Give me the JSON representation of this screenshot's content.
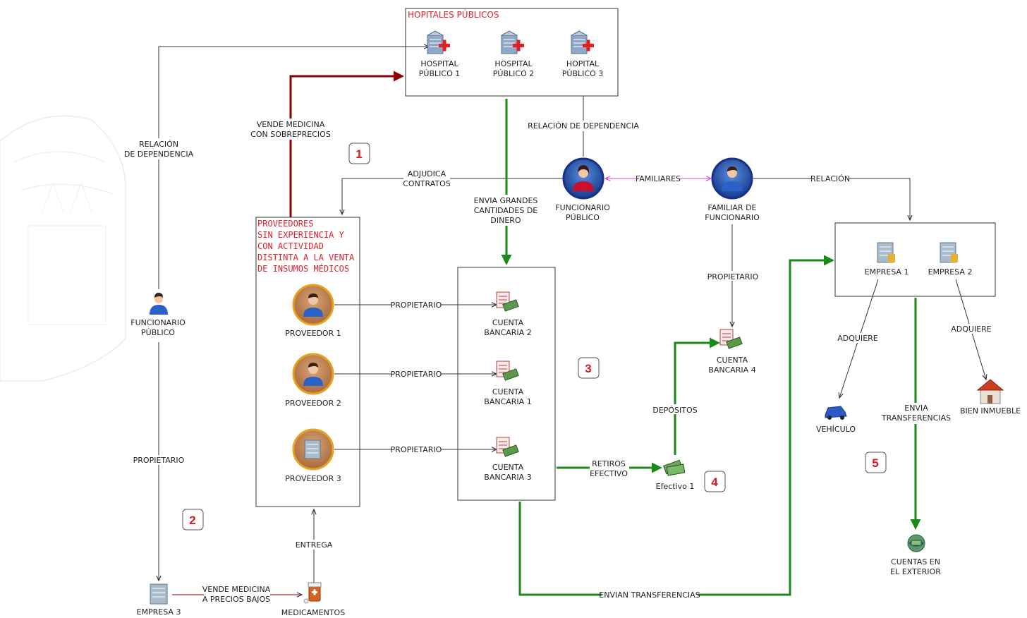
{
  "groups": {
    "hospitals_title": "HOPITALES PÚBLICOS",
    "providers_title": [
      "PROVEEDORES",
      "SIN EXPERIENCIA Y",
      "CON ACTIVIDAD",
      "DISTINTA A LA VENTA",
      "DE INSUMOS MÉDICOS"
    ]
  },
  "nodes": {
    "hospital1": [
      "HOSPITAL",
      "PÚBLICO 1"
    ],
    "hospital2": [
      "HOSPITAL",
      "PÚBLICO 2"
    ],
    "hospital3": [
      "HOPITAL",
      "PÚBLICO 3"
    ],
    "official_main": [
      "FUNCIONARIO",
      "PÚBLICO"
    ],
    "official_left": [
      "FUNCIONARIO",
      "PÚBLICO"
    ],
    "relative": [
      "FAMILIAR DE",
      "FUNCIONARIO"
    ],
    "provider1": [
      "PROVEEDOR 1"
    ],
    "provider2": [
      "PROVEEDOR 2"
    ],
    "provider3": [
      "PROVEEDOR 3"
    ],
    "account2": [
      "CUENTA",
      "BANCARIA 2"
    ],
    "account1": [
      "CUENTA",
      "BANCARIA 1"
    ],
    "account3": [
      "CUENTA",
      "BANCARIA 3"
    ],
    "account4": [
      "CUENTA",
      "BANCARIA 4"
    ],
    "cash1": [
      "Efectivo 1"
    ],
    "company1": [
      "EMPRESA 1"
    ],
    "company2": [
      "EMPRESA 2"
    ],
    "company3": [
      "EMPRESA 3"
    ],
    "vehicle": [
      "VEHÍCULO"
    ],
    "property": [
      "BIEN INMUEBLE"
    ],
    "foreign_accounts": [
      "CUENTAS EN",
      "EL EXTERIOR"
    ],
    "medicines": [
      "MEDICAMENTOS"
    ]
  },
  "edges": {
    "rel_dependencia_left": [
      "RELACIÓN",
      "DE DEPENDENCIA"
    ],
    "vende_sobreprecios": [
      "VENDE MEDICINA",
      "CON SOBREPRECIOS"
    ],
    "rel_dependencia_top": [
      "RELACIÓN DE DEPENDENCIA"
    ],
    "adjudica": [
      "ADJUDICA",
      "CONTRATOS"
    ],
    "envia_dinero": [
      "ENVIA GRANDES",
      "CANTIDADES DE",
      "DINERO"
    ],
    "familiares": [
      "FAMILIARES"
    ],
    "relacion": [
      "RELACIÓN"
    ],
    "propietario_relative": [
      "PROPIETARIO"
    ],
    "propietario_p1": [
      "PROPIETARIO"
    ],
    "propietario_p2": [
      "PROPIETARIO"
    ],
    "propietario_p3": [
      "PROPIETARIO"
    ],
    "propietario_left": [
      "PROPIETARIO"
    ],
    "depositos": [
      "DEPÓSITOS"
    ],
    "retiros": [
      "RETIROS",
      "EFECTIVO"
    ],
    "adquiere1": [
      "ADQUIERE"
    ],
    "adquiere2": [
      "ADQUIERE"
    ],
    "envia_transferencias": [
      "ENVIA",
      "TRANSFERENCIAS"
    ],
    "entrega": [
      "ENTREGA"
    ],
    "vende_bajos": [
      "VENDE MEDICINA",
      "A PRECIOS BAJOS"
    ],
    "envian_transferencias": [
      "ENVIAN TRANSFERENCIAS"
    ]
  },
  "badges": [
    "1",
    "2",
    "3",
    "4",
    "5"
  ],
  "colors": {
    "dark_red": "#8b0000",
    "green": "#1a8a1a",
    "magenta": "#e040e0",
    "line": "#333333",
    "badge_red": "#d71920"
  },
  "icons": {
    "hospital": "hospital-building-icon",
    "person_female": "female-person-icon",
    "person_male": "male-person-icon",
    "building": "office-building-icon",
    "account": "bank-account-icon",
    "cash": "cash-icon",
    "car": "car-icon",
    "house": "house-icon",
    "globe": "globe-money-icon",
    "pills": "medicine-bottle-icon"
  }
}
